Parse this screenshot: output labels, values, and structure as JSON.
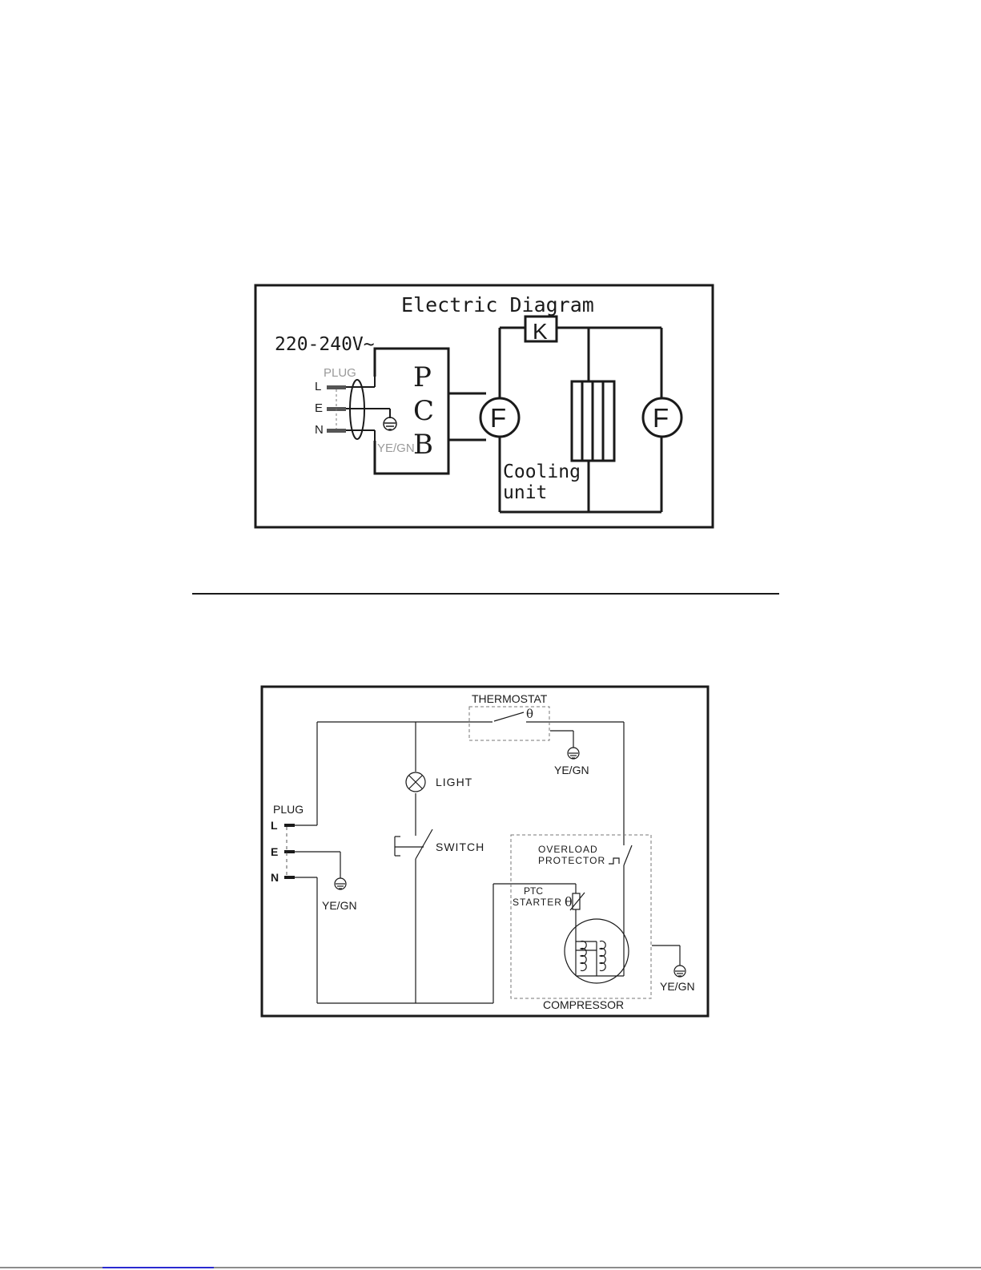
{
  "diagram1": {
    "title": "Electric Diagram",
    "voltage": "220-240V~",
    "plug_label": "PLUG",
    "pins": [
      "L",
      "E",
      "N"
    ],
    "ground_label": "YE/GN",
    "pcb_letters": [
      "P",
      "C",
      "B"
    ],
    "relay_label": "K",
    "fan_label": "F",
    "cooling_unit_line1": "Cooling",
    "cooling_unit_line2": "unit"
  },
  "diagram2": {
    "thermostat_label": "THERMOSTAT",
    "theta": "θ",
    "ground_label": "YE/GN",
    "light_label": "LIGHT",
    "switch_label": "SWITCH",
    "plug_label": "PLUG",
    "pins": [
      "L",
      "E",
      "N"
    ],
    "overload_line1": "OVERLOAD",
    "overload_line2": "PROTECTOR",
    "ptc_line1": "PTC",
    "ptc_line2": "STARTER",
    "compressor_label": "COMPRESSOR"
  },
  "colors": {
    "ink": "#1a1a1a",
    "grey_label": "#9a9a9a",
    "footer_rule": "#2a2ad0"
  }
}
